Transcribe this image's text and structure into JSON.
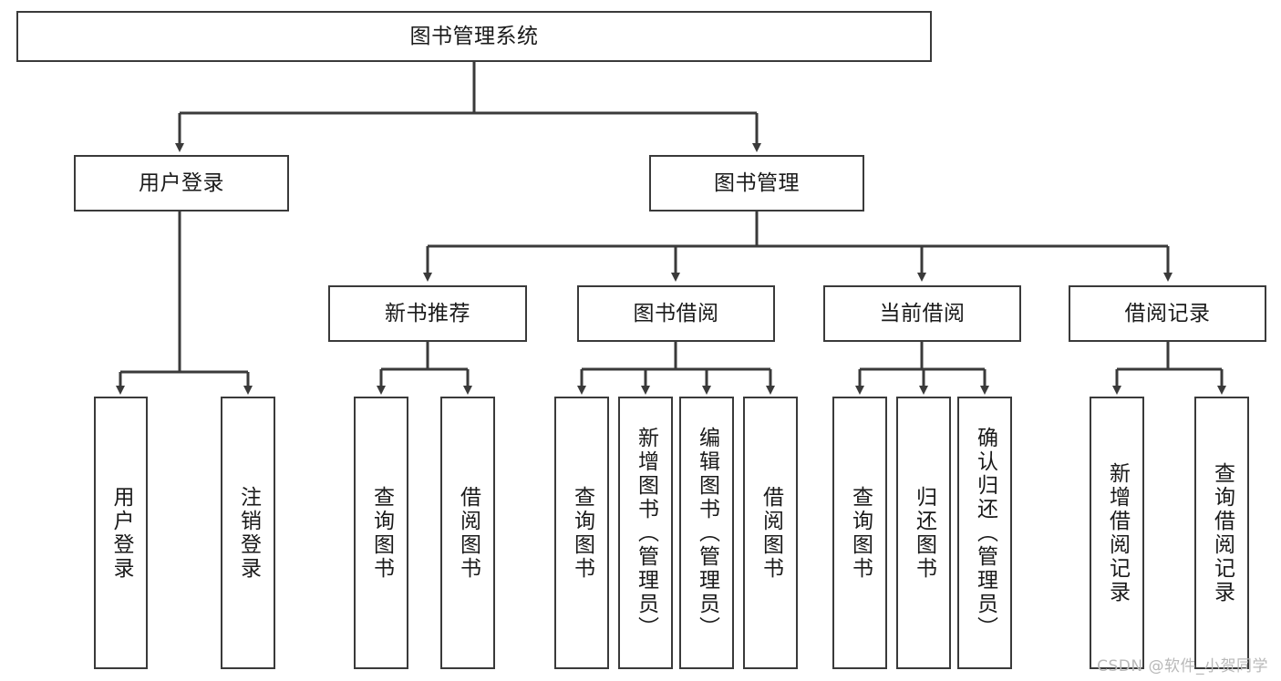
{
  "diagram": {
    "title": "图书管理系统",
    "type": "功能结构图",
    "orientation": "top-down tree",
    "levels": 4,
    "nodes": {
      "root": {
        "label": "图书管理系统",
        "level": 0
      },
      "user_login": {
        "label": "用户登录",
        "level": 1
      },
      "book_manage": {
        "label": "图书管理",
        "level": 1
      },
      "new_book_rec": {
        "label": "新书推荐",
        "level": 2
      },
      "book_borrow": {
        "label": "图书借阅",
        "level": 2
      },
      "current_borrow": {
        "label": "当前借阅",
        "level": 2
      },
      "borrow_record": {
        "label": "借阅记录",
        "level": 2
      },
      "leaf_user_login": {
        "label": "用户登录",
        "level": 3
      },
      "leaf_logout": {
        "label": "注销登录",
        "level": 3
      },
      "leaf_query_book_a": {
        "label": "查询图书",
        "level": 3
      },
      "leaf_borrow_book_a": {
        "label": "借阅图书",
        "level": 3
      },
      "leaf_query_book_b": {
        "label": "查询图书",
        "level": 3
      },
      "leaf_add_book": {
        "label": "新增图书（管理员）",
        "level": 3
      },
      "leaf_edit_book": {
        "label": "编辑图书（管理员）",
        "level": 3
      },
      "leaf_borrow_book_b": {
        "label": "借阅图书",
        "level": 3
      },
      "leaf_query_book_c": {
        "label": "查询图书",
        "level": 3
      },
      "leaf_return_book": {
        "label": "归还图书",
        "level": 3
      },
      "leaf_confirm_return": {
        "label": "确认归还（管理员）",
        "level": 3
      },
      "leaf_add_record": {
        "label": "新增借阅记录",
        "level": 3
      },
      "leaf_query_record": {
        "label": "查询借阅记录",
        "level": 3
      }
    },
    "edges": [
      {
        "from": "root",
        "to": "user_login"
      },
      {
        "from": "root",
        "to": "book_manage"
      },
      {
        "from": "user_login",
        "to": "leaf_user_login"
      },
      {
        "from": "user_login",
        "to": "leaf_logout"
      },
      {
        "from": "book_manage",
        "to": "new_book_rec"
      },
      {
        "from": "book_manage",
        "to": "book_borrow"
      },
      {
        "from": "book_manage",
        "to": "current_borrow"
      },
      {
        "from": "book_manage",
        "to": "borrow_record"
      },
      {
        "from": "new_book_rec",
        "to": "leaf_query_book_a"
      },
      {
        "from": "new_book_rec",
        "to": "leaf_borrow_book_a"
      },
      {
        "from": "book_borrow",
        "to": "leaf_query_book_b"
      },
      {
        "from": "book_borrow",
        "to": "leaf_add_book"
      },
      {
        "from": "book_borrow",
        "to": "leaf_edit_book"
      },
      {
        "from": "book_borrow",
        "to": "leaf_borrow_book_b"
      },
      {
        "from": "current_borrow",
        "to": "leaf_query_book_c"
      },
      {
        "from": "current_borrow",
        "to": "leaf_return_book"
      },
      {
        "from": "current_borrow",
        "to": "leaf_confirm_return"
      },
      {
        "from": "borrow_record",
        "to": "leaf_add_record"
      },
      {
        "from": "borrow_record",
        "to": "leaf_query_record"
      }
    ],
    "colors": {
      "box_border": "#3a3a3a",
      "box_fill": "#ffffff",
      "connector": "#3a3a3a",
      "text": "#1a1a1a",
      "watermark": "#b9b9b9",
      "background": "#ffffff"
    }
  },
  "watermark": {
    "text": "CSDN @软件_小贺同学"
  }
}
